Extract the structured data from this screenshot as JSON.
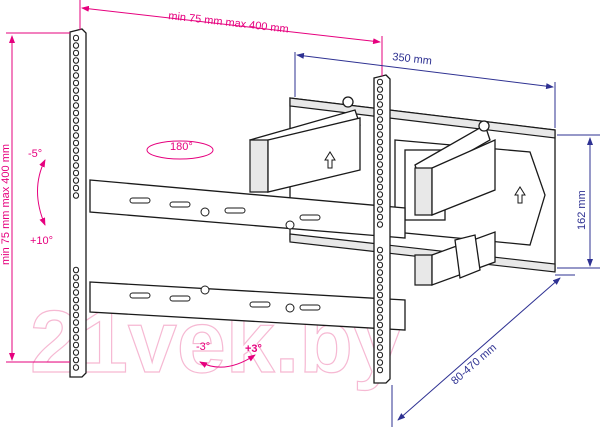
{
  "dimensions": {
    "vesa_horizontal": "min 75 mm max 400 mm",
    "vesa_vertical": "min 75 mm max 400 mm",
    "wall_plate_width": "350 mm",
    "wall_plate_height": "162 mm",
    "extension": "80-470 mm"
  },
  "angles": {
    "swivel": "180°",
    "tilt_up": "-5°",
    "tilt_down": "+10°",
    "level_minus": "-3°",
    "level_plus": "+3°"
  },
  "watermark": "21vek.by",
  "colors": {
    "accent_magenta": "#e6007e",
    "accent_blue": "#2e3192"
  }
}
